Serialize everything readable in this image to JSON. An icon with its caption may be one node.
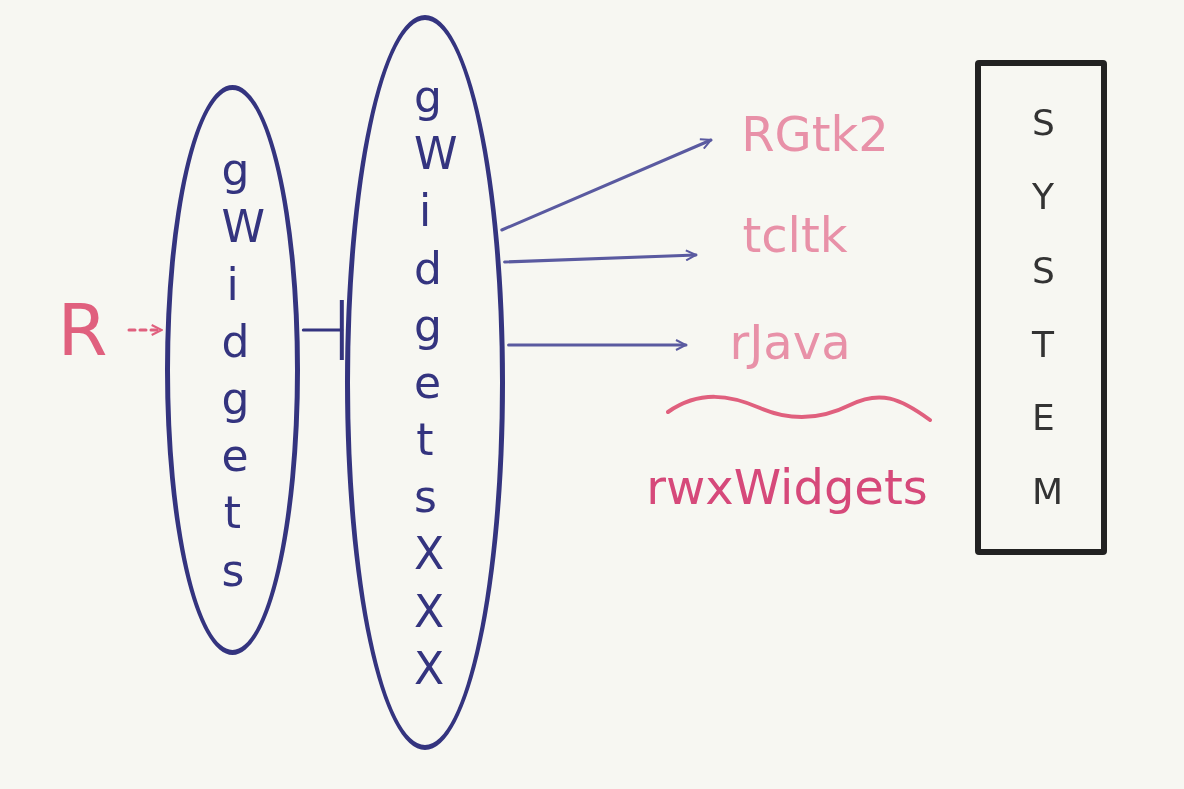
{
  "diagram": {
    "nodes": [
      {
        "text": [
          "R"
        ]
      },
      {
        "text": [
          "gWidgets"
        ]
      },
      {
        "text": [
          "gWidgetsXXX"
        ]
      },
      {
        "text": [
          "RGtk2"
        ]
      },
      {
        "text": [
          "tcltk"
        ]
      },
      {
        "text": [
          "rJava"
        ]
      },
      {
        "text": [
          "rwxWidgets"
        ]
      },
      {
        "text": [
          "SYSTEM"
        ]
      }
    ],
    "edges": [
      {
        "from": 0,
        "to": 1,
        "arrow": "to",
        "style": "dashed",
        "color": "#e0607e"
      },
      {
        "from": 1,
        "to": 2,
        "arrow": "other"
      },
      {
        "from": 2,
        "to": 3,
        "arrow": "to"
      },
      {
        "from": 2,
        "to": 4,
        "arrow": "to"
      },
      {
        "from": 2,
        "to": 5,
        "arrow": "to"
      }
    ]
  }
}
